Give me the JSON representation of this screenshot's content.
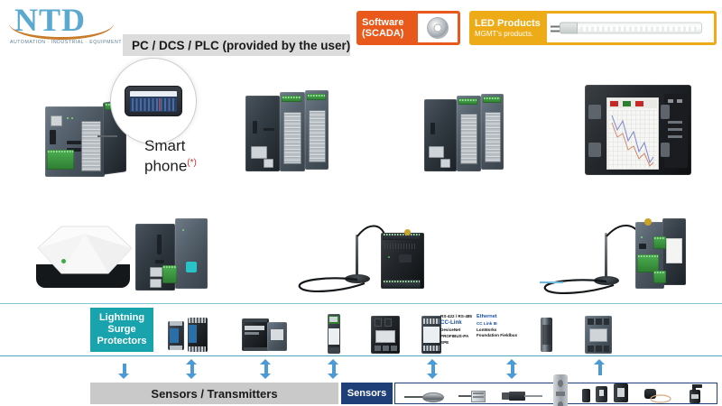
{
  "logo": {
    "wordmark": "NTD",
    "tagline": "AUTOMATION · INDUSTRIAL · EQUIPMENT"
  },
  "header": {
    "title": "PC / DCS / PLC (provided by the user)"
  },
  "badges": [
    {
      "id": "software-scada",
      "line1": "Software",
      "line2": "(SCADA)",
      "icon": "cd-disc-icon",
      "color": "#e8591b"
    },
    {
      "id": "led-products",
      "line1": "LED Products",
      "line2": "MGMT's products.",
      "icon": "led-tube-icon",
      "color": "#edab18"
    }
  ],
  "callout": {
    "label_line1": "Smart",
    "label_line2": "phone",
    "asterisk": "(*)",
    "icon": "smartphone-icon"
  },
  "devices_row1": [
    {
      "name": "industrial-gateway-controller"
    },
    {
      "name": "plc-rack-module"
    },
    {
      "name": "plc-io-module"
    },
    {
      "name": "paper-chart-recorder"
    }
  ],
  "devices_row2": [
    {
      "name": "wireless-access-point"
    },
    {
      "name": "wireless-gateway-module"
    },
    {
      "name": "wireless-io-module-antenna"
    },
    {
      "name": "wireless-remote-io-antenna"
    }
  ],
  "surge_band": {
    "label_lines": [
      "Lightning",
      "Surge",
      "Protectors"
    ],
    "box_color": "#18a3ad",
    "protectors": [
      {
        "name": "surge-protector-din-a"
      },
      {
        "name": "surge-protector-din-b"
      },
      {
        "name": "surge-protector-block-pair"
      },
      {
        "name": "surge-protector-slim-din"
      },
      {
        "name": "surge-protector-relay-module"
      },
      {
        "name": "surge-protector-signal-module"
      },
      {
        "name": "surge-protector-cylinder"
      },
      {
        "name": "surge-protector-breaker"
      }
    ]
  },
  "protocols": {
    "column_left": [
      "RS-422 / RS-485",
      "CC-Link",
      "DeviceNet",
      "PROFIBUS-PA",
      "SPE"
    ],
    "column_right": [
      "Ethernet",
      "CC Link IE",
      "LonWorks",
      "Foundation Fieldbus"
    ]
  },
  "bottom_bars": {
    "sensors_transmitters": "Sensors / Transmitters",
    "sensors": "Sensors",
    "sensors_bar_color": "#1f3f78",
    "transmitters_bar_color": "#c9c9c9"
  },
  "sensor_icons": [
    "pressure-diaphragm-sensor-icon",
    "flow-sensor-icon",
    "proximity-sensor-icon",
    "load-cell-icon",
    "current-transformer-small-icon",
    "current-transformer-medium-icon",
    "current-transformer-large-icon",
    "coil-sensor-icon",
    "photoelectric-sensor-icon"
  ],
  "colors": {
    "accent_teal": "#18a3ad",
    "accent_blue_arrow": "#4a9ad6",
    "navy": "#1f3f78",
    "orange": "#e8591b",
    "yellow": "#edab18",
    "logo_blue": "#5ba9cf",
    "logo_orange": "#c97b28"
  }
}
